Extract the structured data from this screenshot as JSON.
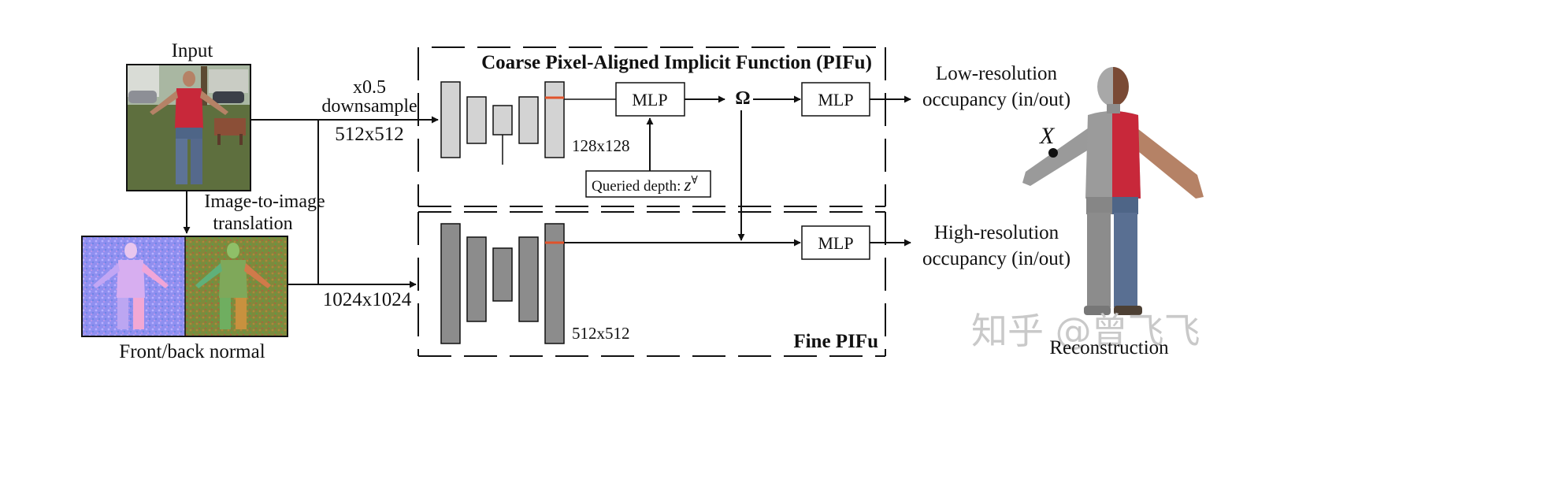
{
  "labels": {
    "input": "Input",
    "downsample_scale": "x0.5",
    "downsample": "downsample",
    "res_coarse_in": "512x512",
    "res_fine_in": "1024x1024",
    "img2img_line1": "Image-to-image",
    "img2img_line2": "translation",
    "normal_caption": "Front/back normal",
    "coarse_title": "Coarse Pixel-Aligned Implicit Function (PIFu)",
    "fine_title": "Fine PIFu",
    "feat_coarse": "128x128",
    "feat_fine": "512x512",
    "mlp": "MLP",
    "omega": "Ω",
    "queried_depth": "Queried depth:",
    "z_symbol": "z",
    "z_superscript": "∀",
    "low_res_line1": "Low-resolution",
    "low_res_line2": "occupancy (in/out)",
    "high_res_line1": "High-resolution",
    "high_res_line2": "occupancy (in/out)",
    "x_point": "X",
    "reconstruction": "Reconstruction",
    "watermark": "知乎 @曾飞飞"
  },
  "colors": {
    "coarse_block": "#d3d3d3",
    "fine_block": "#8c8c8c",
    "feature_line": "#e0532b",
    "person_shirt": "#c8283a",
    "grass": "#5c6e3c"
  }
}
